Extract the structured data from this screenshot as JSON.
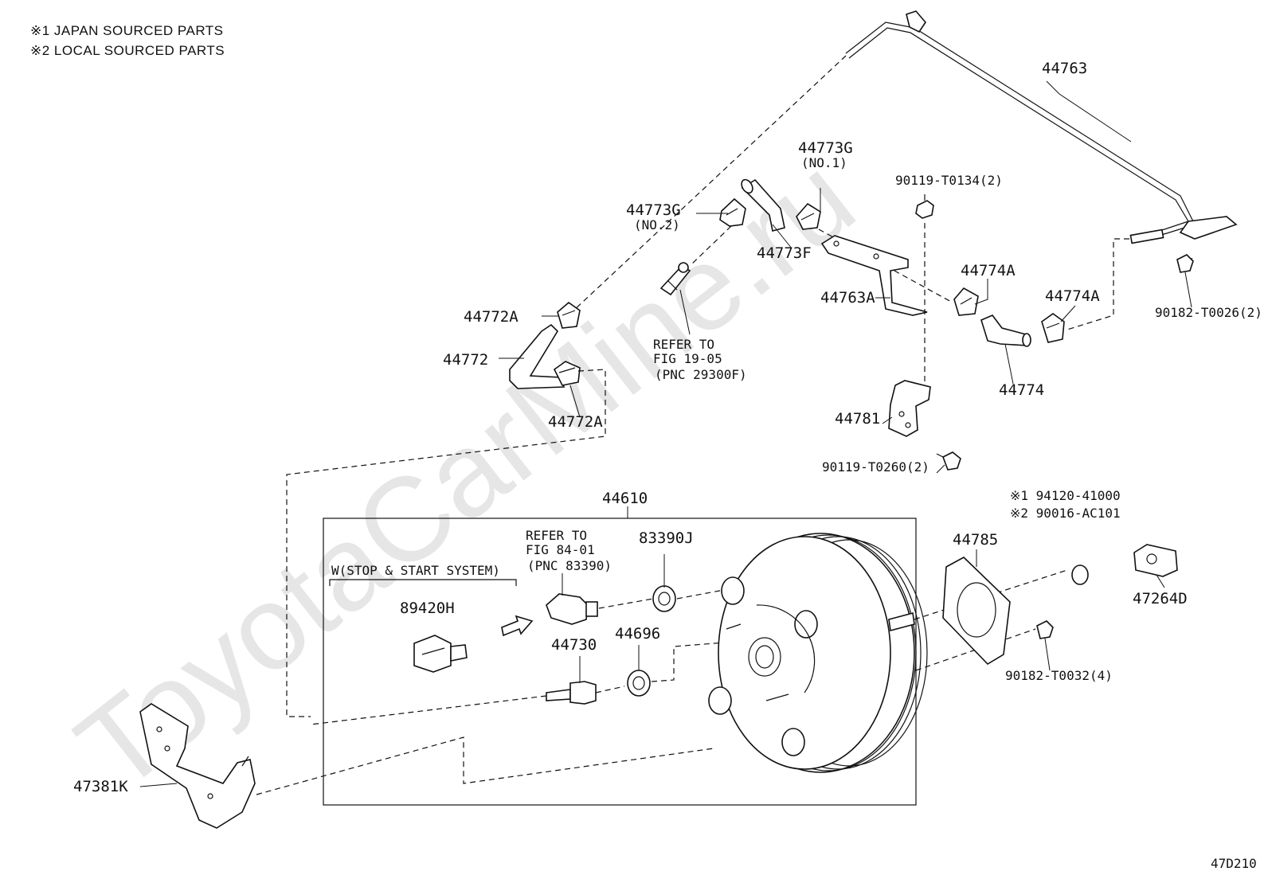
{
  "notes": {
    "line1": "※1 JAPAN SOURCED PARTS",
    "line2": "※2 LOCAL SOURCED PARTS"
  },
  "watermark": "ToyotaCarMine.ru",
  "figure_code": "47D210",
  "labels": {
    "p44763": "44763",
    "p44773g_no1": "44773G",
    "p44773g_no1_sub": "(NO.1)",
    "p44773g_no2": "44773G",
    "p44773g_no2_sub": "(NO.2)",
    "p44773f": "44773F",
    "p90119_t0134": "90119-T0134(2)",
    "p44763a": "44763A",
    "p44774a_1": "44774A",
    "p44774a_2": "44774A",
    "p90182_t0026": "90182-T0026(2)",
    "p44774": "44774",
    "p44772a_1": "44772A",
    "p44772": "44772",
    "p44772a_2": "44772A",
    "refer1_l1": "REFER TO",
    "refer1_l2": "FIG 19-05",
    "refer1_l3": "(PNC 29300F)",
    "p44781": "44781",
    "p90119_t0260": "90119-T0260(2)",
    "p44610": "44610",
    "refer2_l1": "REFER TO",
    "refer2_l2": "FIG 84-01",
    "refer2_l3": "(PNC 83390)",
    "p83390j": "83390J",
    "wstop": "W(STOP & START SYSTEM)",
    "p89420h": "89420H",
    "p44730": "44730",
    "p44696": "44696",
    "p44785": "44785",
    "p94120": "※1 94120-41000",
    "p90016": "※2 90016-AC101",
    "p47264d": "47264D",
    "p90182_t0032": "90182-T0032(4)",
    "p47381k": "47381K"
  }
}
